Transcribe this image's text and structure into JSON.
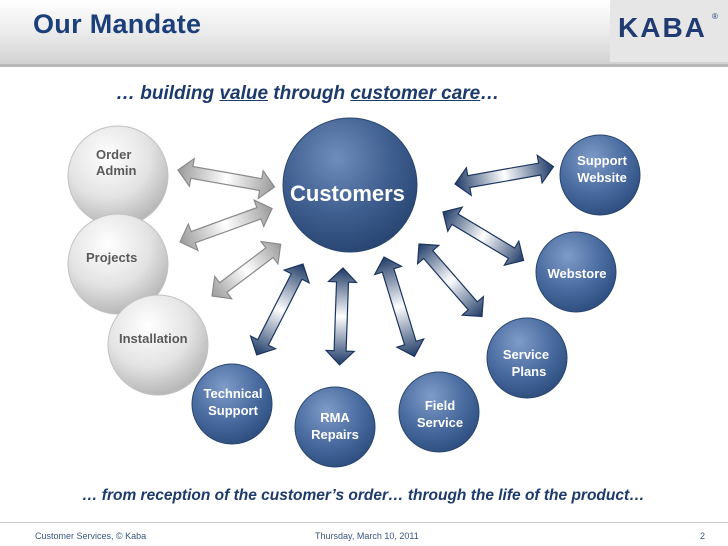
{
  "header": {
    "title": "Our Mandate",
    "logo": "KABA"
  },
  "tagline": {
    "prefix": "… building ",
    "value_word": "value",
    "middle": " through ",
    "care_phrase": "customer care",
    "suffix": "…"
  },
  "center": {
    "label": "Customers"
  },
  "gray_nodes": {
    "order_admin": [
      "Order",
      "Admin"
    ],
    "projects": "Projects",
    "installation": "Installation"
  },
  "blue_nodes": {
    "support_website": [
      "Support",
      "Website"
    ],
    "webstore": "Webstore",
    "service_plans": [
      "Service",
      "Plans"
    ],
    "field_service": [
      "Field",
      "Service"
    ],
    "rma_repairs": [
      "RMA",
      "Repairs"
    ],
    "technical_support": [
      "Technical",
      "Support"
    ]
  },
  "footer_tagline": "… from reception of the customer’s order… through the life of the product…",
  "footer": {
    "left": "Customer Services, © Kaba",
    "center": "Thursday, March 10, 2011",
    "page": "2"
  },
  "colors": {
    "title": "#1b3f7a",
    "node_blue": "#3d5f93",
    "center_blue": "#35557f",
    "gray_node": "#d9d9d9"
  }
}
